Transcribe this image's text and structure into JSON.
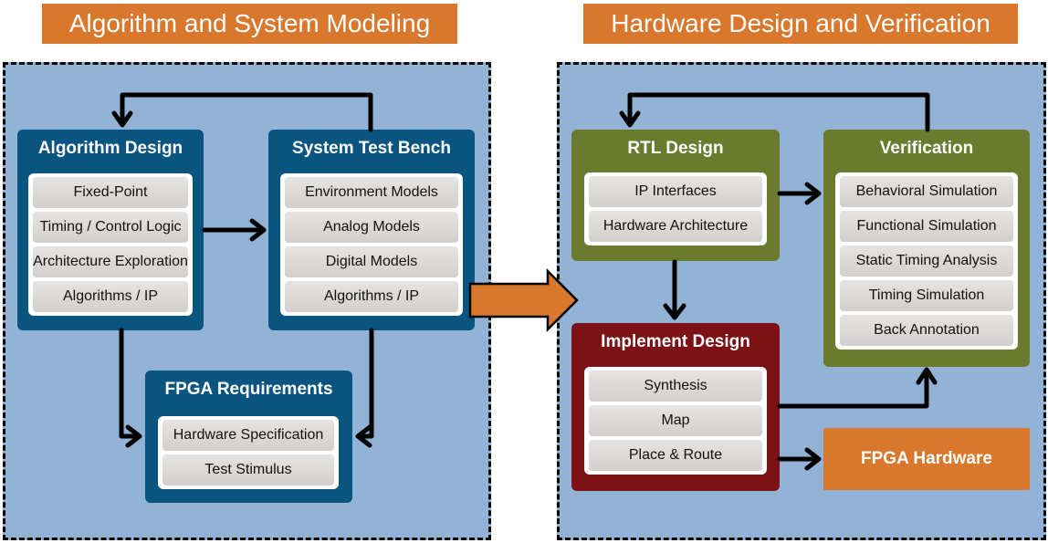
{
  "left_section": {
    "title": "Algorithm and System Modeling",
    "algorithm_design": {
      "title": "Algorithm Design",
      "items": [
        "Fixed-Point",
        "Timing / Control Logic",
        "Architecture Exploration",
        "Algorithms / IP"
      ]
    },
    "system_test_bench": {
      "title": "System Test Bench",
      "items": [
        "Environment Models",
        "Analog Models",
        "Digital Models",
        "Algorithms / IP"
      ]
    },
    "fpga_requirements": {
      "title": "FPGA Requirements",
      "items": [
        "Hardware Specification",
        "Test Stimulus"
      ]
    }
  },
  "right_section": {
    "title": "Hardware Design and Verification",
    "rtl_design": {
      "title": "RTL Design",
      "items": [
        "IP Interfaces",
        "Hardware Architecture"
      ]
    },
    "verification": {
      "title": "Verification",
      "items": [
        "Behavioral Simulation",
        "Functional Simulation",
        "Static Timing Analysis",
        "Timing Simulation",
        "Back Annotation"
      ]
    },
    "implement_design": {
      "title": "Implement Design",
      "items": [
        "Synthesis",
        "Map",
        "Place & Route"
      ]
    },
    "fpga_hardware": {
      "title": "FPGA Hardware"
    }
  },
  "colors": {
    "orange": "#d9772c",
    "panel_blue": "#93b3d6",
    "block_blue": "#0a5580",
    "block_green": "#6a7b2e",
    "block_red": "#7c1216"
  }
}
